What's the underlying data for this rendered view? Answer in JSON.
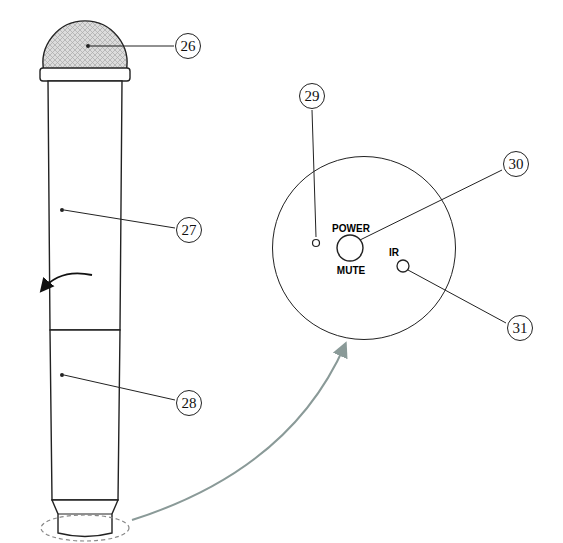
{
  "diagram": {
    "nodes": [
      {
        "text": [
          "POWER",
          "MUTE",
          "IR"
        ]
      }
    ],
    "labels": [
      "26",
      "27",
      "28",
      "29",
      "30",
      "31"
    ]
  }
}
